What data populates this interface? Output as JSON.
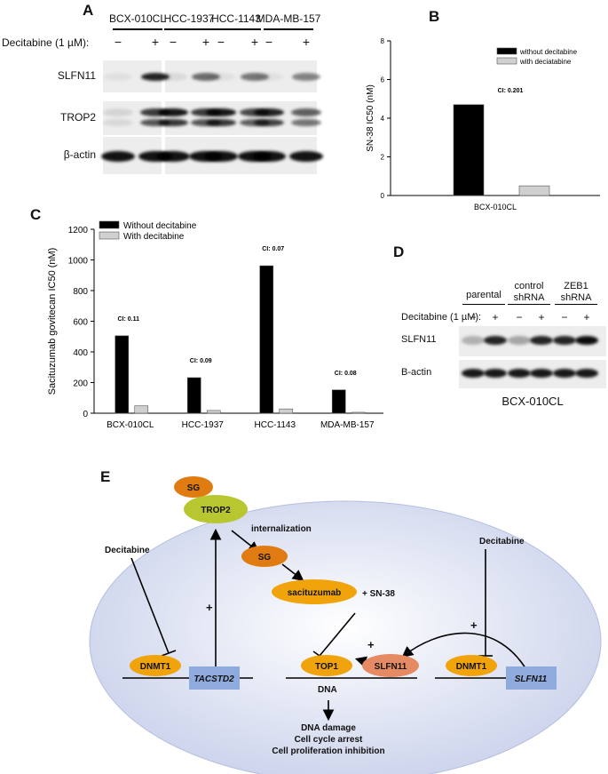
{
  "panelA": {
    "letter": "A",
    "cell_lines": [
      "BCX-010CL",
      "HCC-1937",
      "HCC-1143",
      "MDA-MB-157"
    ],
    "treatment_label": "Decitabine (1 µM):",
    "signs": [
      "−",
      "+"
    ],
    "rows": [
      "SLFN11",
      "TROP2",
      "β-actin"
    ]
  },
  "panelB": {
    "letter": "B",
    "chart_data": {
      "type": "bar",
      "categories": [
        "BCX-010CL"
      ],
      "series": [
        {
          "name": "without decitabine",
          "values": [
            4.7
          ],
          "color": "#000000"
        },
        {
          "name": "with deciatabine",
          "values": [
            0.5
          ],
          "color": "#d0d0d0"
        }
      ],
      "ylabel": "SN-38 IC50 (nM)",
      "ylim": [
        0,
        8
      ],
      "yticks": [
        0,
        2,
        4,
        6,
        8
      ],
      "annotations": [
        "CI: 0.201"
      ],
      "legend": "top-right"
    }
  },
  "panelC": {
    "letter": "C",
    "chart_data": {
      "type": "bar",
      "categories": [
        "BCX-010CL",
        "HCC-1937",
        "HCC-1143",
        "MDA-MB-157"
      ],
      "series": [
        {
          "name": "Without decitabine",
          "values": [
            505,
            232,
            962,
            152
          ],
          "color": "#000000"
        },
        {
          "name": "With decitabine",
          "values": [
            48,
            18,
            28,
            6
          ],
          "color": "#d0d0d0"
        }
      ],
      "ylabel": "Sacituzumab govitecan IC50 (nM)",
      "ylim": [
        0,
        1200
      ],
      "yticks": [
        0,
        200,
        400,
        600,
        800,
        1000,
        1200
      ],
      "annotations": [
        "CI: 0.11",
        "CI: 0.09",
        "CI: 0.07",
        "CI: 0.08"
      ],
      "legend": "top-left"
    }
  },
  "panelD": {
    "letter": "D",
    "groups": [
      "parental",
      "control\nshRNA",
      "ZEB1\nshRNA"
    ],
    "group_lines": [
      [
        "parental"
      ],
      [
        "control",
        "shRNA"
      ],
      [
        "ZEB1",
        "shRNA"
      ]
    ],
    "treatment_label": "Decitabine (1 µM):",
    "signs": [
      "−",
      "+"
    ],
    "rows": [
      "SLFN11",
      "B-actin"
    ],
    "cell_line": "BCX-010CL"
  },
  "panelE": {
    "letter": "E",
    "sg": "SG",
    "trop2": "TROP2",
    "internalization": "internalization",
    "sg2": "SG",
    "sacituzumab": "sacituzumab",
    "plus_sn38": "+  SN-38",
    "decitabine_left": "Decitabine",
    "decitabine_right": "Decitabine",
    "dnmt1_left": "DNMT1",
    "tacstd2": "TACSTD2",
    "top1": "TOP1",
    "slfn11_protein": "SLFN11",
    "dnmt1_right": "DNMT1",
    "slfn11_gene": "SLFN11",
    "plus": "+",
    "dna": "DNA",
    "outcomes": [
      "DNA damage",
      "Cell cycle arrest",
      "Cell proliferation inhibition"
    ],
    "colors": {
      "orange": "#f0a30a",
      "dark_orange": "#e07b12",
      "lime": "#b8c630",
      "salmon": "#e58a62",
      "gene_box": "#8faadc",
      "cell": "#d3d9ee"
    }
  }
}
